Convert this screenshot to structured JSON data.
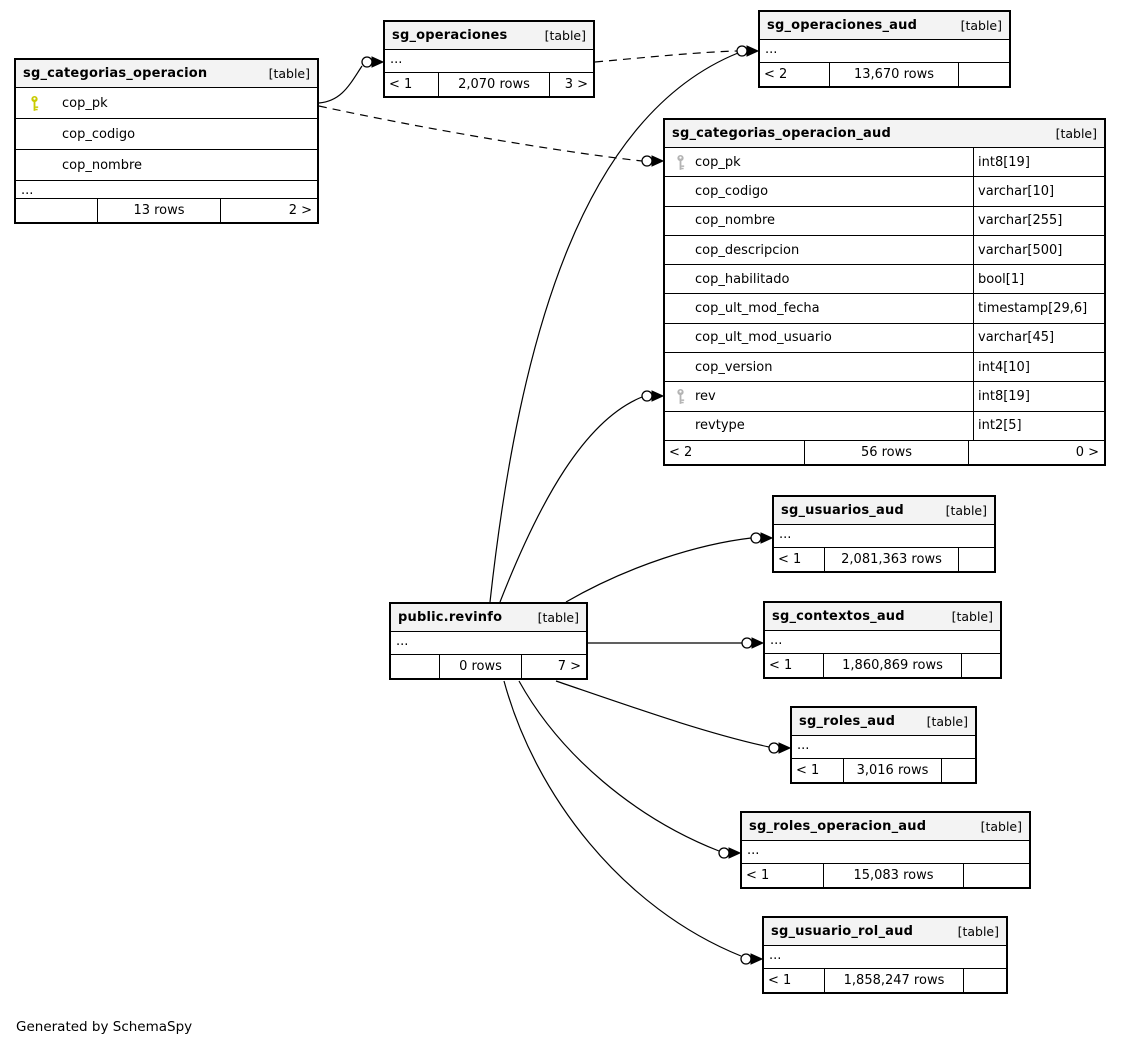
{
  "generated_by": "Generated by SchemaSpy",
  "colors": {
    "header_bg": "#f3f3f3",
    "border": "#000000",
    "primary_key": "#c9cb00",
    "secondary_key": "#b4b4b4",
    "background": "#ffffff"
  },
  "tables": {
    "categorias": {
      "name": "sg_categorias_operacion",
      "badge": "[table]",
      "ellipsis": "...",
      "columns": [
        {
          "name": "cop_pk",
          "icon": "primary-key-icon"
        },
        {
          "name": "cop_codigo"
        },
        {
          "name": "cop_nombre"
        }
      ],
      "footer": {
        "left": "",
        "center": "13 rows",
        "right": "2 >"
      }
    },
    "operaciones": {
      "name": "sg_operaciones",
      "badge": "[table]",
      "ellipsis": "...",
      "footer": {
        "left": "< 1",
        "center": "2,070 rows",
        "right": "3 >"
      }
    },
    "operaciones_aud": {
      "name": "sg_operaciones_aud",
      "badge": "[table]",
      "ellipsis": "...",
      "footer": {
        "left": "< 2",
        "center": "13,670 rows",
        "right": ""
      }
    },
    "categorias_aud": {
      "name": "sg_categorias_operacion_aud",
      "badge": "[table]",
      "columns": [
        {
          "name": "cop_pk",
          "type": "int8[19]",
          "icon": "secondary-key-icon"
        },
        {
          "name": "cop_codigo",
          "type": "varchar[10]"
        },
        {
          "name": "cop_nombre",
          "type": "varchar[255]"
        },
        {
          "name": "cop_descripcion",
          "type": "varchar[500]"
        },
        {
          "name": "cop_habilitado",
          "type": "bool[1]"
        },
        {
          "name": "cop_ult_mod_fecha",
          "type": "timestamp[29,6]"
        },
        {
          "name": "cop_ult_mod_usuario",
          "type": "varchar[45]"
        },
        {
          "name": "cop_version",
          "type": "int4[10]"
        },
        {
          "name": "rev",
          "type": "int8[19]",
          "icon": "secondary-key-icon"
        },
        {
          "name": "revtype",
          "type": "int2[5]"
        }
      ],
      "footer": {
        "left": "< 2",
        "center": "56 rows",
        "right": "0 >"
      }
    },
    "revinfo": {
      "name": "public.revinfo",
      "badge": "[table]",
      "ellipsis": "...",
      "footer": {
        "left": "",
        "center": "0 rows",
        "right": "7 >"
      }
    },
    "usuarios_aud": {
      "name": "sg_usuarios_aud",
      "badge": "[table]",
      "ellipsis": "...",
      "footer": {
        "left": "< 1",
        "center": "2,081,363 rows",
        "right": ""
      }
    },
    "contextos_aud": {
      "name": "sg_contextos_aud",
      "badge": "[table]",
      "ellipsis": "...",
      "footer": {
        "left": "< 1",
        "center": "1,860,869 rows",
        "right": ""
      }
    },
    "roles_aud": {
      "name": "sg_roles_aud",
      "badge": "[table]",
      "ellipsis": "...",
      "footer": {
        "left": "< 1",
        "center": "3,016 rows",
        "right": ""
      }
    },
    "roles_operacion_aud": {
      "name": "sg_roles_operacion_aud",
      "badge": "[table]",
      "ellipsis": "...",
      "footer": {
        "left": "< 1",
        "center": "15,083 rows",
        "right": ""
      }
    },
    "usuario_rol_aud": {
      "name": "sg_usuario_rol_aud",
      "badge": "[table]",
      "ellipsis": "...",
      "footer": {
        "left": "< 1",
        "center": "1,858,247 rows",
        "right": ""
      }
    }
  }
}
